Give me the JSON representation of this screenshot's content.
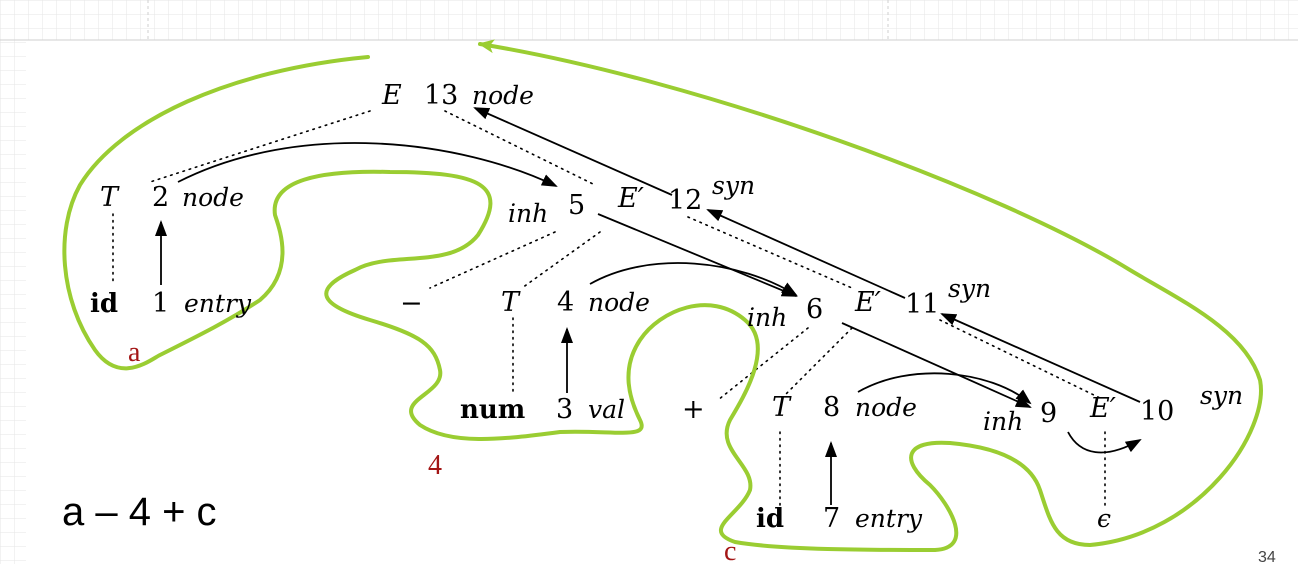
{
  "nodes": {
    "e13": {
      "sym": "E",
      "num": "13",
      "attr": "node"
    },
    "t2": {
      "sym": "T",
      "num": "2",
      "attr": "node"
    },
    "ep5": {
      "pre": "inh",
      "num": "5",
      "sym": "E′"
    },
    "ep12": {
      "num": "12",
      "attr": "syn"
    },
    "id1": {
      "sym": "id",
      "num": "1",
      "attr": "entry"
    },
    "minus": {
      "text": "−"
    },
    "t4": {
      "sym": "T",
      "num": "4",
      "attr": "node"
    },
    "ep6": {
      "pre": "inh",
      "num": "6",
      "sym": "E′"
    },
    "ep11": {
      "num": "11",
      "attr": "syn"
    },
    "num3": {
      "sym": "num",
      "num": "3",
      "attr": "val"
    },
    "plus": {
      "text": "+"
    },
    "t8": {
      "sym": "T",
      "num": "8",
      "attr": "node"
    },
    "ep9": {
      "pre": "inh",
      "num": "9",
      "sym": "E′"
    },
    "ep10": {
      "num": "10",
      "attr": "syn"
    },
    "id7": {
      "sym": "id",
      "num": "7",
      "attr": "entry"
    },
    "eps": {
      "sym": "ϵ"
    }
  },
  "annotations": {
    "a": "a",
    "four": "4",
    "c": "c"
  },
  "expression": "a – 4 + c",
  "page_number": "34",
  "colors": {
    "path": "#9acd32",
    "annotation": "#a31515"
  }
}
